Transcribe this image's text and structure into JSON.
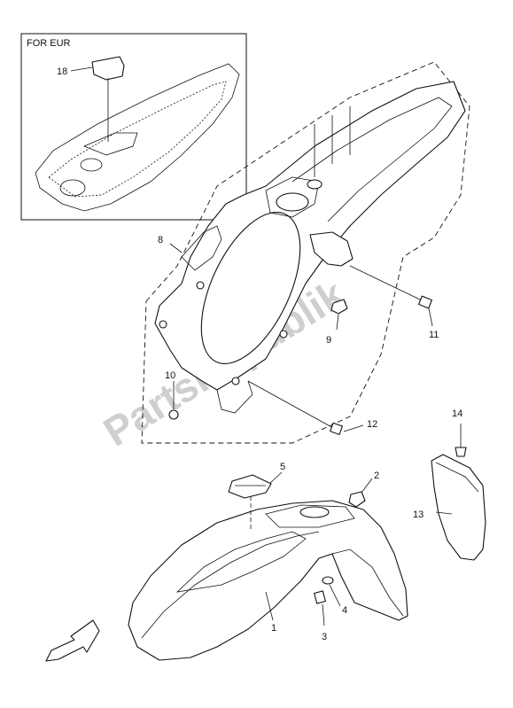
{
  "inset": {
    "label": "FOR EUR"
  },
  "watermark": "PartsRepublik",
  "callouts": [
    {
      "id": "18",
      "text": "18"
    },
    {
      "id": "8",
      "text": "8"
    },
    {
      "id": "9",
      "text": "9"
    },
    {
      "id": "10",
      "text": "10"
    },
    {
      "id": "11",
      "text": "11"
    },
    {
      "id": "12",
      "text": "12"
    },
    {
      "id": "14",
      "text": "14"
    },
    {
      "id": "13",
      "text": "13"
    },
    {
      "id": "5",
      "text": "5"
    },
    {
      "id": "2",
      "text": "2"
    },
    {
      "id": "4",
      "text": "4"
    },
    {
      "id": "1",
      "text": "1"
    },
    {
      "id": "3",
      "text": "3"
    }
  ]
}
